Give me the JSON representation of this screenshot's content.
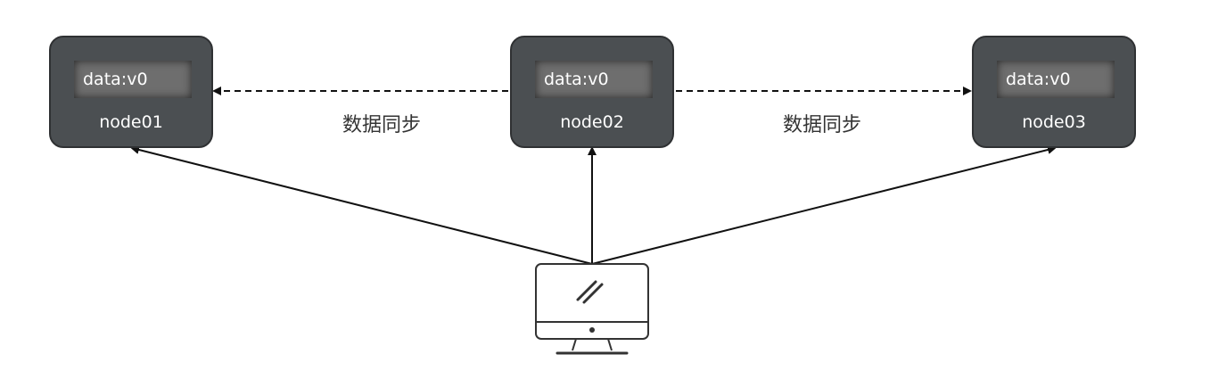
{
  "nodes": [
    {
      "name": "node01",
      "data": "data:v0"
    },
    {
      "name": "node02",
      "data": "data:v0"
    },
    {
      "name": "node03",
      "data": "data:v0"
    }
  ],
  "sync_labels": [
    "数据同步",
    "数据同步"
  ],
  "colors": {
    "node_fill": "#4b4f52",
    "node_border": "#2f3133",
    "data_box_fill": "#6e6e6e",
    "text_light": "#ffffff",
    "line": "#111111"
  },
  "icons": {
    "client": "computer-monitor-icon"
  }
}
